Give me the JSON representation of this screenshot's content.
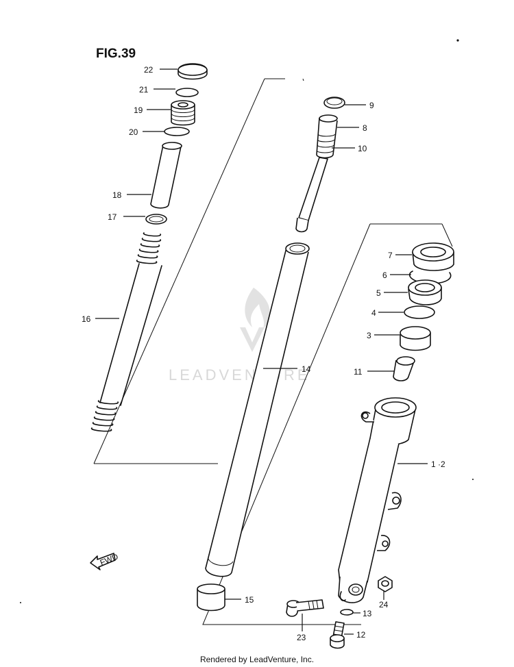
{
  "figure": {
    "title": "FIG.39"
  },
  "watermark": {
    "text": "LEADVENTURE"
  },
  "footer": {
    "text": "Rendered by LeadVenture, Inc."
  },
  "direction_arrow": {
    "label": "FWD"
  },
  "callouts": {
    "p22": "22",
    "p21": "21",
    "p19": "19",
    "p20": "20",
    "p18": "18",
    "p17": "17",
    "p16": "16",
    "p9": "9",
    "p8": "8",
    "p10": "10",
    "p14": "14",
    "p15": "15",
    "p7": "7",
    "p6": "6",
    "p5": "5",
    "p4": "4",
    "p3": "3",
    "p11": "11",
    "p1_2": "1 ·2",
    "p24": "24",
    "p13": "13",
    "p12": "12",
    "p23": "23"
  }
}
